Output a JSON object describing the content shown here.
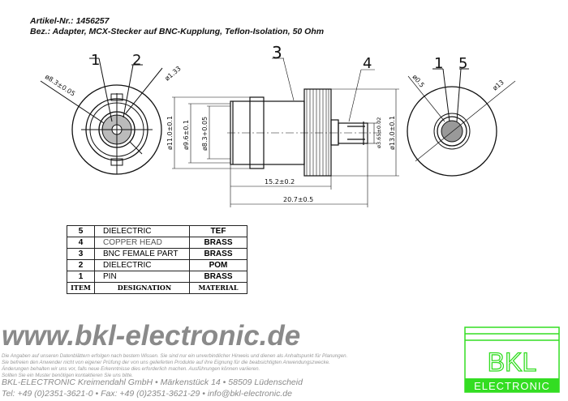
{
  "header": {
    "article": "Artikel-Nr.: 1456257",
    "description": "Bez.: Adapter, MCX-Stecker auf BNC-Kupplung, Teflon-Isolation, 50 Ohm"
  },
  "drawing": {
    "left_view": {
      "callouts": [
        "1",
        "2"
      ],
      "dim_diameter": "ø8.3±0.05",
      "dim_small": "ø1.33"
    },
    "side_view": {
      "callouts": [
        "3",
        "4"
      ],
      "dims": {
        "d11": "ø11.0±0.1",
        "d96": "ø9.6±0.1",
        "d83": "ø8.3+0.05",
        "d365": "ø3.65±0.02",
        "d13": "ø13.0±0.1",
        "len152": "15.2±0.2",
        "len207": "20.7±0.5"
      }
    },
    "right_view": {
      "callouts": [
        "1",
        "5"
      ],
      "dim_small": "ø0.5",
      "dim_large": "ø13"
    }
  },
  "parts_table": {
    "rows": [
      {
        "item": "5",
        "designation": "DIELECTRIC",
        "material": "TEF"
      },
      {
        "item": "4",
        "designation": "COPPER  HEAD",
        "material": "BRASS"
      },
      {
        "item": "3",
        "designation": "BNC  FEMALE  PART",
        "material": "BRASS"
      },
      {
        "item": "2",
        "designation": "DIELECTRIC",
        "material": "POM"
      },
      {
        "item": "1",
        "designation": "PIN",
        "material": "BRASS"
      }
    ],
    "header": {
      "item": "ITEM",
      "designation": "DESIGNATION",
      "material": "MATERIAL"
    }
  },
  "footer": {
    "url": "www.bkl-electronic.de",
    "disclaimer": [
      "Die Angaben auf unseren Datenblättern erfolgen nach bestem Wissen. Sie sind nur ein unverbindlicher Hinweis und dienen als Anhaltspunkt für Planungen.",
      "Sie befreien den Anwender nicht von eigener Prüfung der von uns gelieferten Produkte auf ihre Eignung für die beabsichtigten Anwendungszwecke.",
      "Änderungen behalten wir uns vor, falls neue Erkenntnisse dies erforderlich machen. Ausführungen können variieren.",
      "Sollten Sie ein Muster benötigen kontaktieren Sie uns bitte."
    ],
    "company": "BKL-ELECTRONIC Kreimendahl GmbH • Märkenstück 14 • 58509 Lüdenscheid",
    "contact": "Tel: +49 (0)2351-3621-0 • Fax: +49 (0)2351-3621-29 • info@bkl-electronic.de"
  },
  "logo": {
    "brand": "BKL",
    "sub": "ELECTRONIC",
    "color": "#33dd22"
  }
}
